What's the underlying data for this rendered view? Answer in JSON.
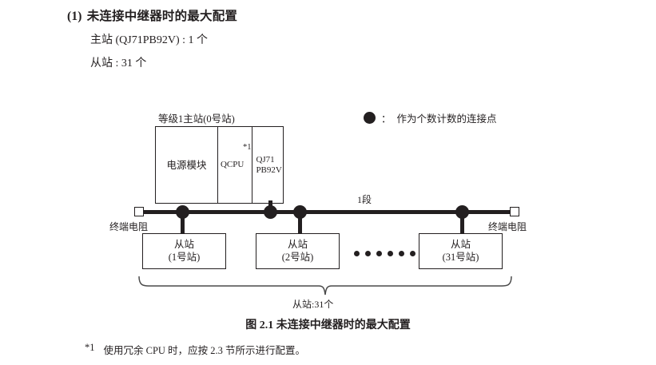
{
  "heading": {
    "number": "(1)",
    "title": "未连接中继器时的最大配置",
    "spec_master": "主站 (QJ71PB92V) : 1 个",
    "spec_slave": "从站 : 31 个"
  },
  "legend": {
    "symbol": "filled-circle",
    "separator": "：",
    "text": "作为个数计数的连接点"
  },
  "diagram": {
    "master_title": "等级1主站(0号站)",
    "rack": {
      "power_label": "电源模块",
      "cpu_label": "QCPU",
      "cpu_note": "*1",
      "network_label_line1": "QJ71",
      "network_label_line2": "PB92V"
    },
    "segment_label": "1段",
    "terminator_left_label": "终端电阻",
    "terminator_right_label": "终端电阻",
    "slaves": [
      {
        "name": "从站",
        "station": "(1号站)"
      },
      {
        "name": "从站",
        "station": "(2号站)"
      },
      {
        "name": "从站",
        "station": "(31号站)"
      }
    ],
    "ellipsis_dots": 6,
    "brace_label": "从站:31个"
  },
  "caption": "图 2.1  未连接中继器时的最大配置",
  "footnote": {
    "mark": "*1",
    "text": "使用冗余 CPU 时，应按 2.3 节所示进行配置。"
  },
  "colors": {
    "ink": "#231f20",
    "paper": "#ffffff"
  }
}
